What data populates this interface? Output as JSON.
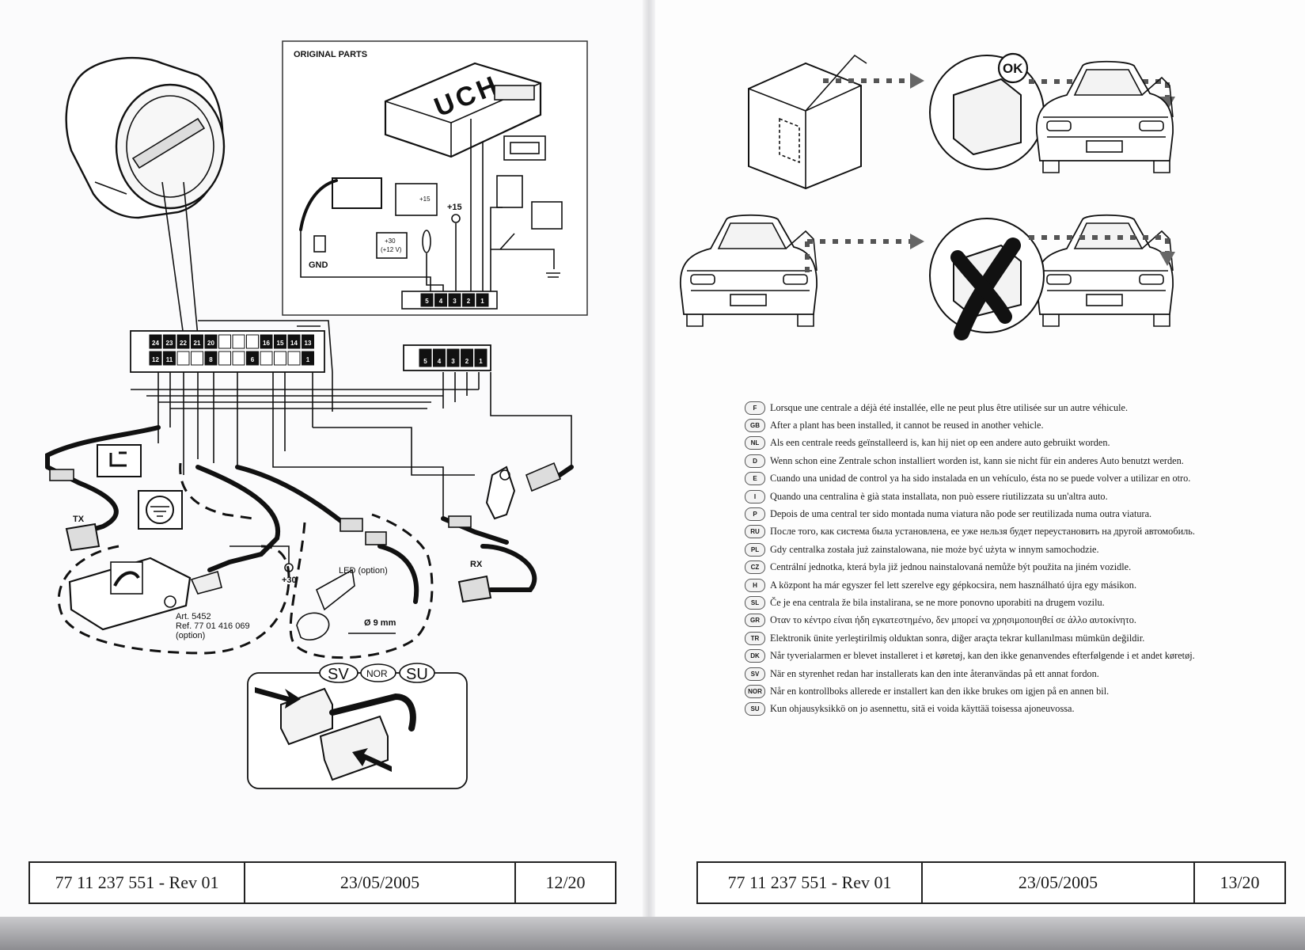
{
  "left": {
    "original_parts_label": "ORIGINAL PARTS",
    "uch_label": "UCH",
    "plus15": "+15",
    "plus15_small": "+15",
    "plus30_box": [
      "+30",
      "(+12 V)"
    ],
    "gnd": "GND",
    "plus30": "+30",
    "tx": "TX",
    "rx": "RX",
    "led": "LED (option)",
    "diameter": "Ø 9 mm",
    "art": [
      "Art. 5452",
      "Ref. 77 01 416 069",
      "(option)"
    ],
    "country_badges": [
      "SV",
      "NOR",
      "SU"
    ],
    "connector_big_top": [
      "24",
      "23",
      "22",
      "21",
      "20",
      "",
      "",
      "",
      "16",
      "15",
      "14",
      "13"
    ],
    "connector_big_bottom": [
      "12",
      "11",
      "",
      "",
      "8",
      "",
      "",
      "6",
      "",
      "",
      "",
      "1"
    ],
    "connector_small": [
      "5",
      "4",
      "3",
      "2",
      "1"
    ],
    "uch_pins": [
      "5",
      "4",
      "3",
      "2",
      "1"
    ]
  },
  "footer_left": {
    "doc": "77 11 237 551 - Rev 01",
    "date": "23/05/2005",
    "page": "12/20"
  },
  "right": {
    "ok_label": "OK",
    "languages": [
      {
        "code": "F",
        "text": "Lorsque une centrale a déjà été installée, elle ne peut plus être utilisée sur un autre véhicule."
      },
      {
        "code": "GB",
        "text": "After a plant has been installed, it cannot be reused in another vehicle."
      },
      {
        "code": "NL",
        "text": "Als een centrale reeds geïnstalleerd is, kan hij niet op een andere auto gebruikt worden."
      },
      {
        "code": "D",
        "text": "Wenn schon eine Zentrale schon installiert worden ist, kann sie nicht für ein anderes Auto benutzt werden."
      },
      {
        "code": "E",
        "text": "Cuando una unidad de control ya ha sido instalada en un vehículo, ésta no se puede volver a utilizar en otro."
      },
      {
        "code": "I",
        "text": "Quando una centralina è già stata installata, non può essere riutilizzata su un'altra auto."
      },
      {
        "code": "P",
        "text": "Depois de uma central ter sido montada numa viatura não pode ser reutilizada numa outra viatura."
      },
      {
        "code": "RU",
        "text": "После того, как система была установлена, ее уже нельзя будет переустановить на другой автомобиль."
      },
      {
        "code": "PL",
        "text": "Gdy centralka została już zainstalowana, nie może być użyta w innym samochodzie."
      },
      {
        "code": "CZ",
        "text": "Centrální jednotka, která byla již jednou nainstalovaná nemůže být použita na jiném vozidle."
      },
      {
        "code": "H",
        "text": "A központ ha már egyszer fel lett szerelve egy gépkocsira, nem használható újra egy másikon."
      },
      {
        "code": "SL",
        "text": "Če je ena centrala že bila instalirana, se ne more ponovno uporabiti na drugem vozilu."
      },
      {
        "code": "GR",
        "text": "Οταν το κέντρο είναι ήδη εγκατεστημένο, δεν μπορεί να χρησιμοποιηθεί σε άλλο αυτοκίνητο."
      },
      {
        "code": "TR",
        "text": "Elektronik ünite yerleştirilmiş olduktan sonra, diğer araçta tekrar kullanılması mümkün değildir."
      },
      {
        "code": "DK",
        "text": "Når tyverialarmen er blevet installeret i et køretøj, kan den ikke genanvendes efterfølgende i et andet køretøj."
      },
      {
        "code": "SV",
        "text": "När en styrenhet redan har installerats kan den inte återanvändas på ett annat fordon."
      },
      {
        "code": "NOR",
        "text": "Når en kontrollboks allerede er installert kan den ikke brukes om igjen på en annen bil."
      },
      {
        "code": "SU",
        "text": "Kun ohjausyksikkö on jo asennettu, sitä ei voida käyttää toisessa ajoneuvossa."
      }
    ]
  },
  "footer_right": {
    "doc": "77 11 237 551 - Rev 01",
    "date": "23/05/2005",
    "page": "13/20"
  }
}
